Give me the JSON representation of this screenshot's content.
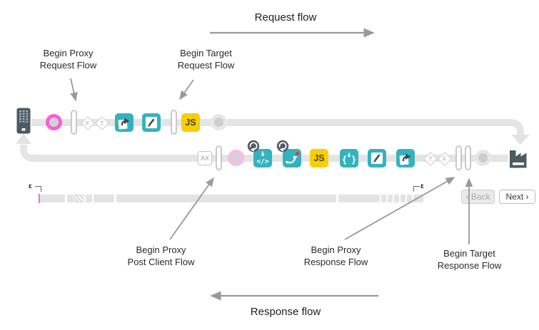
{
  "titles": {
    "request": "Request flow",
    "response": "Response flow"
  },
  "annotations": {
    "proxy_request": "Begin Proxy\nRequest Flow",
    "target_request": "Begin Target\nRequest Flow",
    "post_client": "Begin Proxy\nPost Client Flow",
    "proxy_response": "Begin Proxy\nResponse Flow",
    "target_response": "Begin Target\nResponse Flow"
  },
  "request_row": {
    "false_label": "F",
    "true_label": "T",
    "js_label": "JS"
  },
  "response_row": {
    "analytics_label": "AX",
    "true_label": "T",
    "false_label": "F",
    "js_label": "JS"
  },
  "icon_glyphs": {
    "code": "</>",
    "brace_left": "{",
    "brace_right": "}"
  },
  "timeline": {
    "epsilon_left": "ε",
    "epsilon_right": "ε",
    "back_label": "‹ Back",
    "next_label": "Next ›"
  },
  "colors": {
    "teal": "#34b3bf",
    "yellow": "#f8ce00",
    "pink": "#f65fd5",
    "light_pink": "#f8bce9",
    "slate": "#4d5a63",
    "track": "#e5e5e5",
    "annotation_arrow": "#999999"
  }
}
